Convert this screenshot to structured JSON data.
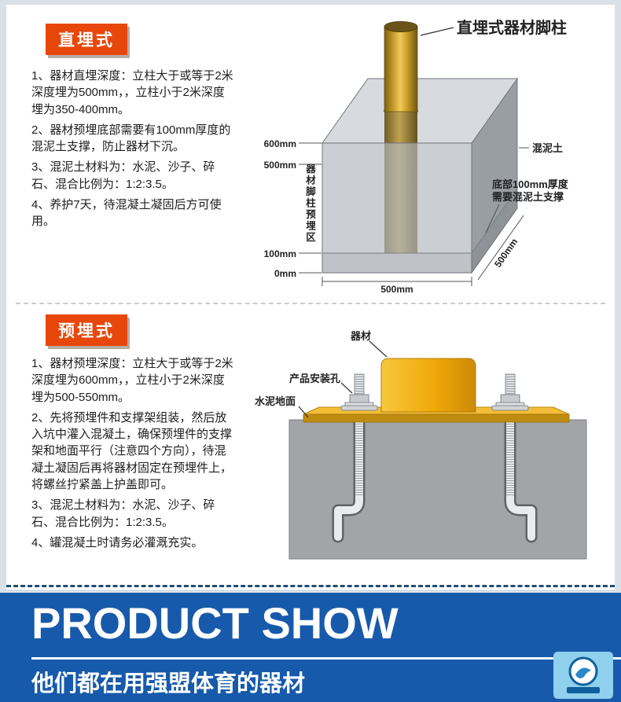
{
  "colors": {
    "accent_orange": "#e8470b",
    "banner_blue": "#175aab",
    "pole_gold": "#e8bb3d",
    "concrete_gray": "#b4b8bd"
  },
  "icons": {
    "brand_logo": "sports-brand-badge"
  },
  "section1": {
    "badge": "直埋式",
    "steps": [
      "1、器材直埋深度：立柱大于或等于2米深度埋为500mm，，立柱小于2米深度埋为350-400mm。",
      "2、器材预埋底部需要有100mm厚度的混泥土支撑，防止器材下沉。",
      "3、混泥土材料为：水泥、沙子、碎石、混合比例为：1:2:3.5。",
      "4、养护7天，待混凝土凝固后方可使用。"
    ],
    "diagram": {
      "callout": "直埋式器材脚柱",
      "zone_label": "器材脚柱预埋区",
      "concrete_label": "混泥土",
      "support_note_line1": "底部100mm厚度",
      "support_note_line2": "需要混泥土支撑",
      "dims": {
        "top": "600mm",
        "upper": "500mm",
        "lower": "100mm",
        "zero": "0mm",
        "width": "500mm",
        "depth": "500mm"
      }
    }
  },
  "section2": {
    "badge": "预埋式",
    "steps": [
      "1、器材预埋深度：立柱大于或等于2米深度埋为600mm，，立柱小于2米深度埋为500-550mm。",
      "2、先将预埋件和支撑架组装，然后放入坑中灌入混凝土，确保预埋件的支撑架和地面平行（注意四个方向），待混凝土凝固后再将器材固定在预埋件上，将螺丝拧紧盖上护盖即可。",
      "3、混泥土材料为：水泥、沙子、碎石、混合比例为：1:2:3.5。",
      "4、罐混凝土时请务必灌溉充实。"
    ],
    "diagram": {
      "equipment_label": "器材",
      "mount_hole_label": "产品安装孔",
      "ground_label": "水泥地面"
    }
  },
  "banner": {
    "title": "PRODUCT SHOW",
    "subtitle": "他们都在用强盟体育的器材"
  }
}
